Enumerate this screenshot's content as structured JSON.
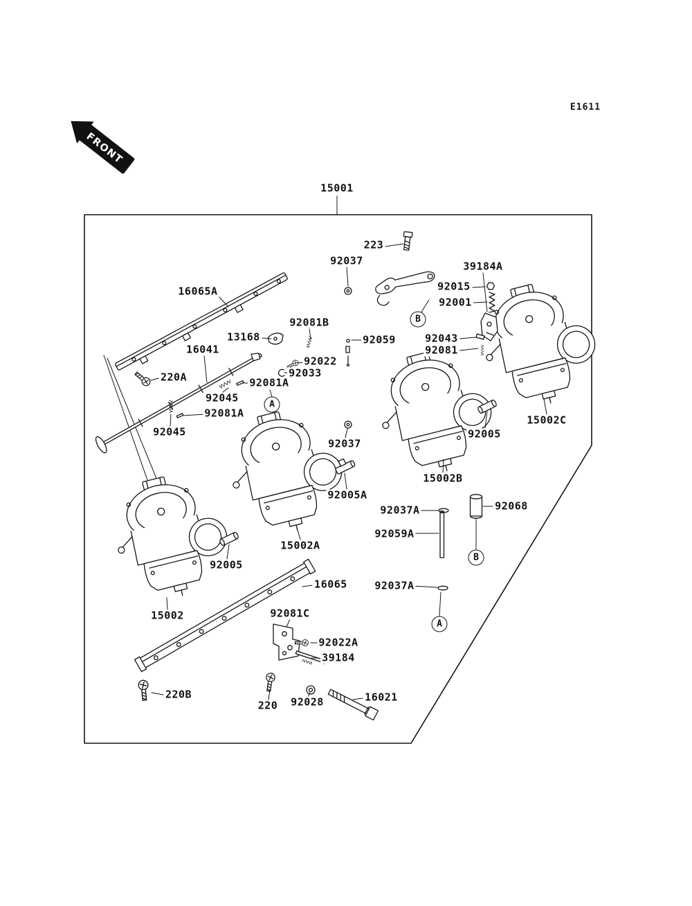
{
  "page": {
    "doc_code": "E1611",
    "front_badge": "FRONT"
  },
  "callouts": {
    "a": "A",
    "b": "B"
  },
  "parts": {
    "p15001": "15001",
    "p223": "223",
    "p92037": "92037",
    "p39184a": "39184A",
    "p92015": "92015",
    "p92001": "92001",
    "p16065a": "16065A",
    "p92081b": "92081B",
    "p13168": "13168",
    "p92059": "92059",
    "p92043": "92043",
    "p92081": "92081",
    "p16041": "16041",
    "p220a": "220A",
    "p92022": "92022",
    "p92033": "92033",
    "p92081a": "92081A",
    "p92045": "92045",
    "p15002c": "15002C",
    "p92005": "92005",
    "p15002b": "15002B",
    "p92005a": "92005A",
    "p15002a": "15002A",
    "p92037a": "92037A",
    "p92068": "92068",
    "p92059a": "92059A",
    "p16065": "16065",
    "p15002": "15002",
    "p92081c": "92081C",
    "p92022a": "92022A",
    "p39184": "39184",
    "p220b": "220B",
    "p220": "220",
    "p92028": "92028",
    "p16021": "16021"
  }
}
